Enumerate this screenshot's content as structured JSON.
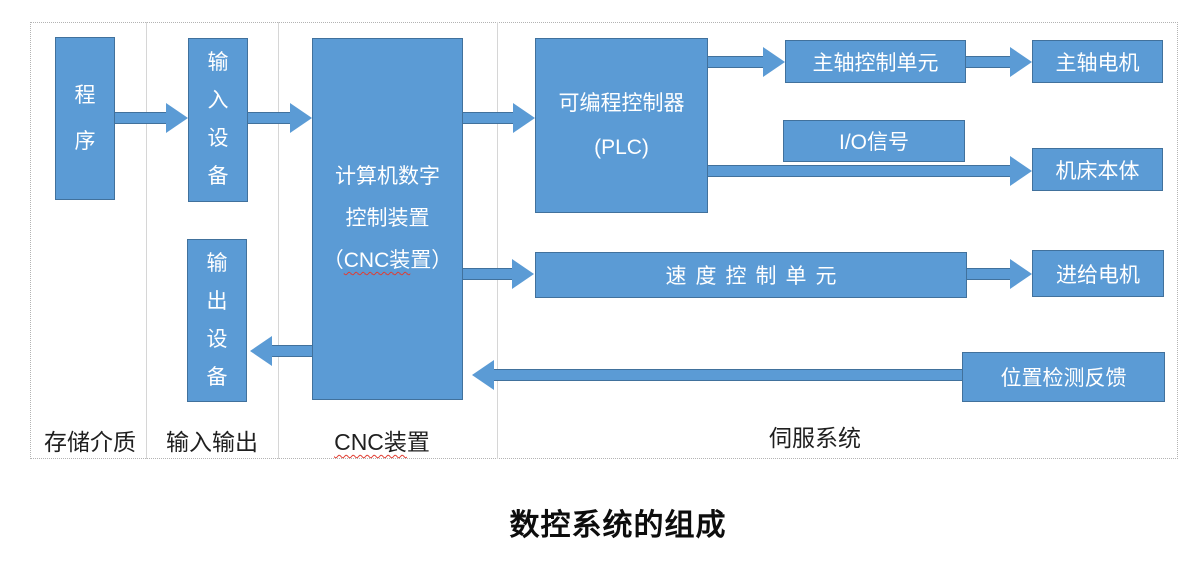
{
  "title": "数控系统的组成",
  "colors": {
    "box_fill": "#5B9BD5",
    "box_border": "#41719C",
    "box_text": "#ffffff",
    "frame_border": "#b3b3b3",
    "divider": "#d6d6d6",
    "squiggle": "#e03c31",
    "label_text": "#1f1f1f",
    "title_text": "#0d0d0d"
  },
  "boxes": {
    "program": {
      "text": "程\n序"
    },
    "input_device": {
      "text": "输\n入\n设\n备"
    },
    "output_device": {
      "text": "输\n出\n设\n备"
    },
    "cnc": {
      "line1": "计算机数字",
      "line2": "控制装置",
      "line3_prefix": "（",
      "line3_wavy": "CNC装",
      "line3_suffix": "置）"
    },
    "plc": {
      "line1": "可编程控制器",
      "line2": "(PLC)"
    },
    "spindle_control_unit": {
      "text": "主轴控制单元"
    },
    "spindle_motor": {
      "text": "主轴电机"
    },
    "io_signal": {
      "text": "I/O信号"
    },
    "machine_body": {
      "text": "机床本体"
    },
    "speed_control_unit": {
      "text": "速度控制单元"
    },
    "feed_motor": {
      "text": "进给电机"
    },
    "position_feedback": {
      "text": "位置检测反馈"
    }
  },
  "section_labels": {
    "storage_media": "存储介质",
    "input_output": "输入输出",
    "cnc_device_wavy": "CNC装",
    "cnc_device_suffix": "置",
    "servo_system": "伺服系统"
  }
}
